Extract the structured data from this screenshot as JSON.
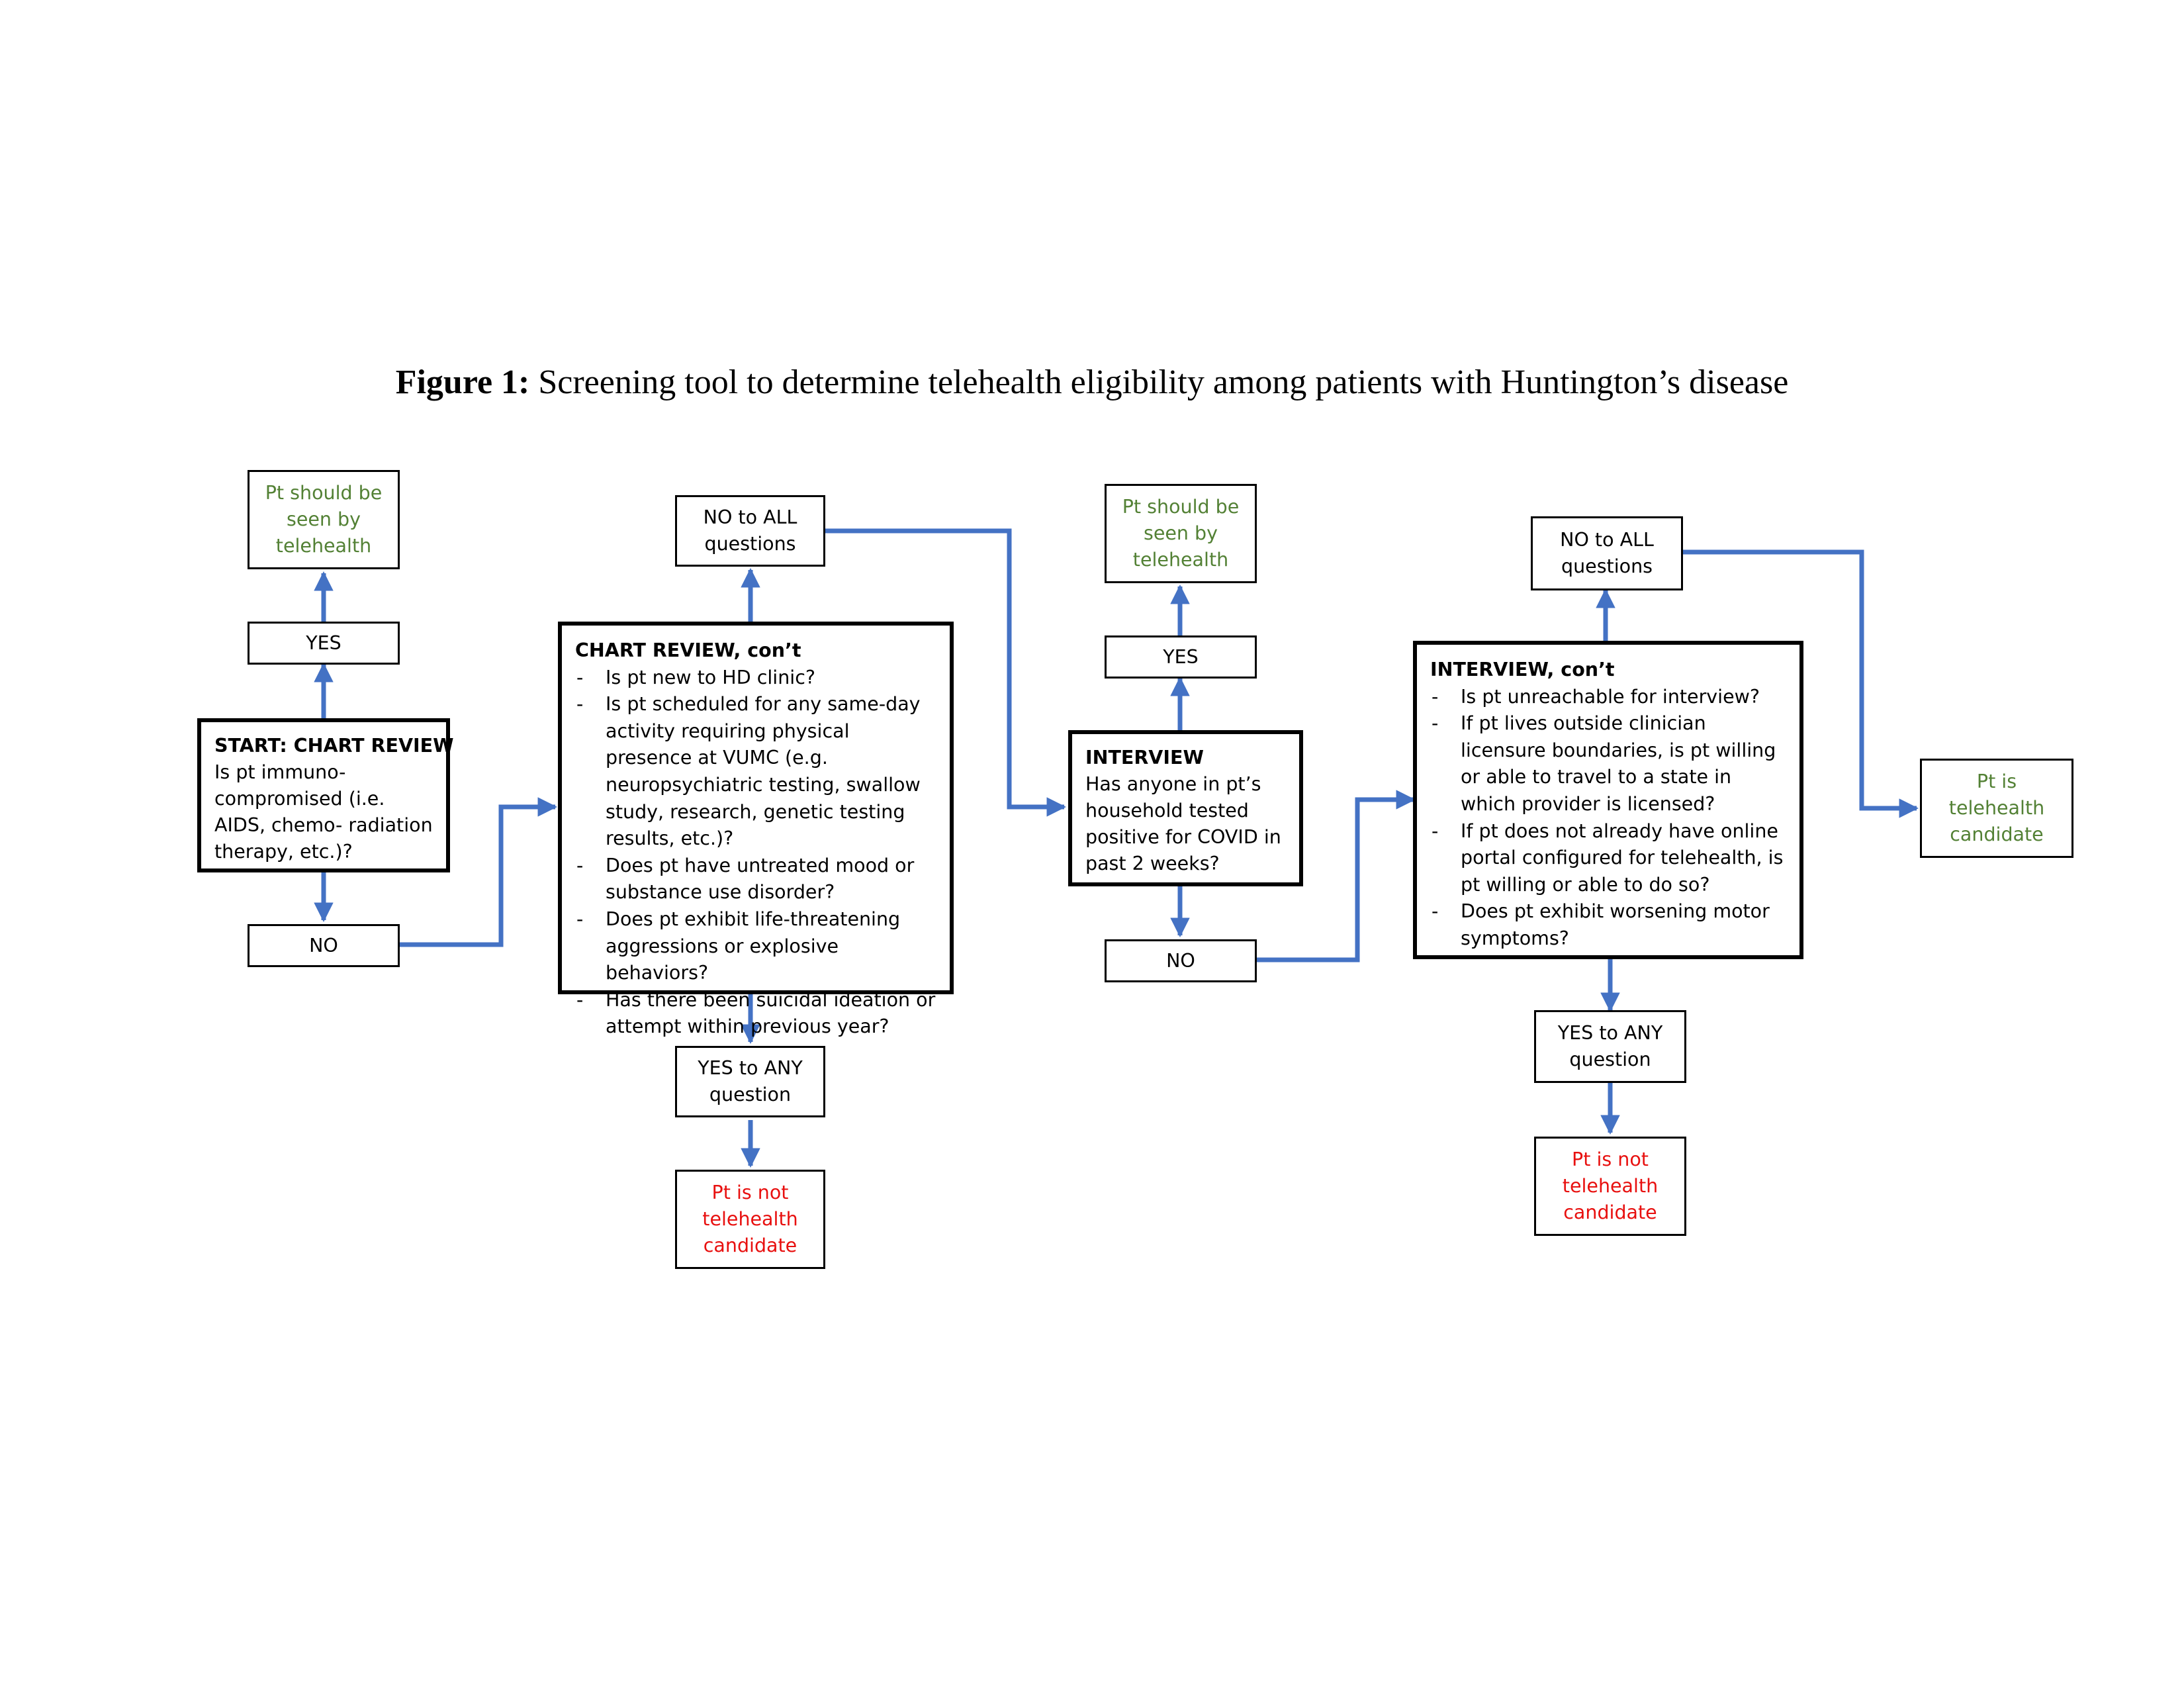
{
  "figure": {
    "label": "Figure 1:",
    "caption": "Screening tool to determine telehealth eligibility among patients with Huntington’s disease"
  },
  "chart_review": {
    "title": "START: CHART REVIEW",
    "question": "Is pt immuno-\ncompromised (i.e.\nAIDS, chemo- radiation\ntherapy, etc.)?",
    "yes_label": "YES",
    "no_label": "NO",
    "yes_outcome": "Pt should be\nseen by\ntelehealth"
  },
  "chart_review_cont": {
    "title": "CHART REVIEW, con’t",
    "questions": [
      "Is pt new to HD clinic?",
      "Is pt scheduled for any same-day activity requiring physical presence at VUMC (e.g. neuropsychiatric testing, swallow study, research, genetic testing results, etc.)?",
      "Does pt have untreated mood or substance use disorder?",
      "Does pt exhibit life-threatening aggressions or explosive behaviors?",
      "Has there been suicidal ideation or attempt within previous year?"
    ],
    "no_all_label": "NO to ALL\nquestions",
    "yes_any_label": "YES to ANY\nquestion",
    "yes_any_outcome": "Pt is not\ntelehealth\ncandidate"
  },
  "interview": {
    "title": "INTERVIEW",
    "question": "Has anyone in pt’s\nhousehold tested\npositive for COVID in\npast 2 weeks?",
    "yes_label": "YES",
    "no_label": "NO",
    "yes_outcome": "Pt should be\nseen by\ntelehealth"
  },
  "interview_cont": {
    "title": "INTERVIEW, con’t",
    "questions": [
      "Is pt unreachable for interview?",
      "If pt lives outside clinician licensure boundaries, is pt willing or able to travel to a state in which provider is licensed?",
      "If pt does not already have online portal configured for telehealth, is pt willing or able to do so?",
      "Does pt exhibit worsening motor symptoms?"
    ],
    "no_all_label": "NO to ALL\nquestions",
    "no_all_outcome": "Pt is\ntelehealth\ncandidate",
    "yes_any_label": "YES to ANY\nquestion",
    "yes_any_outcome": "Pt is not\ntelehealth\ncandidate"
  },
  "colors": {
    "arrow": "#4472c4",
    "positive_outcome": "#538135",
    "negative_outcome": "#e8100f",
    "box_border": "#000000"
  }
}
